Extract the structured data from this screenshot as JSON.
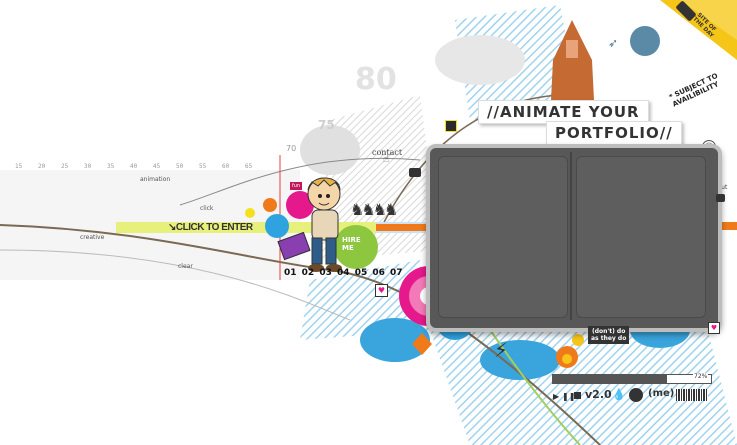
{
  "badge": {
    "line1": "SITE OF",
    "line2": "THE DAY"
  },
  "headline": {
    "line1": "//ANIMATE YOUR",
    "line2": "PORTFOLIO//"
  },
  "subject_note": {
    "line1": "* SUBJECT TO",
    "line2": "AVAILIBILITY"
  },
  "bg_numbers": {
    "big": "80",
    "mid": "75",
    "small": "70"
  },
  "timeline": {
    "ticks": [
      "15",
      "20",
      "25",
      "30",
      "35",
      "40",
      "45",
      "50",
      "55",
      "60",
      "65"
    ],
    "labels": {
      "animation": "animation",
      "click": "click",
      "creative": "creative",
      "clear": "clear"
    }
  },
  "nav": {
    "contact": "contact",
    "about": "about me",
    "hire_me": "HIRE\nME",
    "fun": "fun"
  },
  "enter": {
    "label": "CLICK TO ENTER"
  },
  "page_numbers": [
    "01",
    "02",
    "03",
    "04",
    "05",
    "06",
    "07"
  ],
  "quote": {
    "line1": "(don't) do",
    "line2": "as they do"
  },
  "player": {
    "progress_label": "72%",
    "progress": 0.72,
    "version": "v2.0",
    "me": "(me)"
  },
  "colors": {
    "accent_yellow": "#f5c518",
    "accent_orange": "#f07a1a",
    "accent_pink": "#e6198c",
    "accent_blue": "#2fa3e0",
    "accent_green": "#8dc63f",
    "panel": "#555555"
  }
}
